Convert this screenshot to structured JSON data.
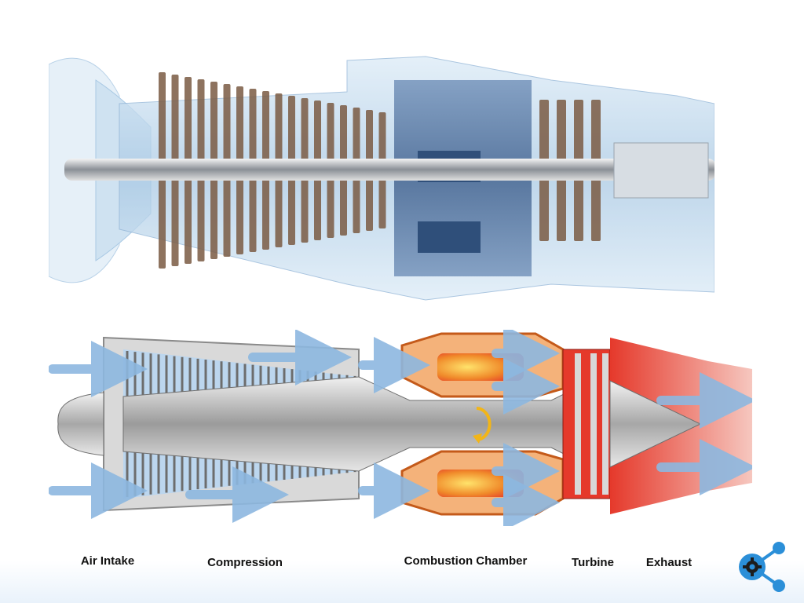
{
  "diagram": {
    "stages": [
      {
        "id": "air-intake",
        "label": "Air Intake"
      },
      {
        "id": "compression",
        "label": "Compression"
      },
      {
        "id": "combustion",
        "label": "Combustion Chamber"
      },
      {
        "id": "turbine",
        "label": "Turbine"
      },
      {
        "id": "exhaust",
        "label": "Exhaust"
      }
    ]
  },
  "colors": {
    "cutaway_blue": "#a9c9e4",
    "blade_brown": "#7a5a43",
    "casing_gray": "#c8c8c8",
    "flow_arrow_blue": "#8db8e0",
    "flame_orange": "#f08a2a",
    "exhaust_red": "#e5392b",
    "share_blue": "#2b8fd8"
  },
  "icons": {
    "share": "share-icon",
    "gear": "gear-icon"
  }
}
